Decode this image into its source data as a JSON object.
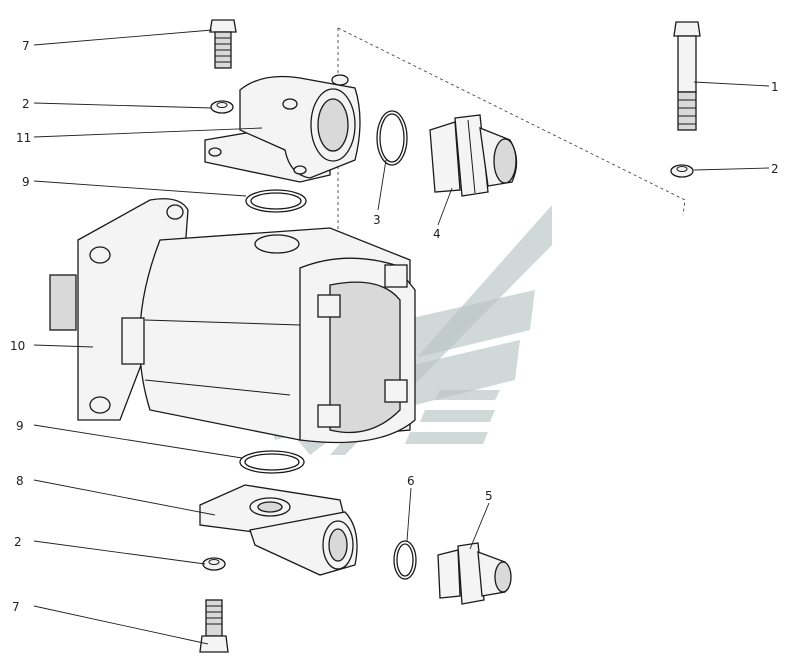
{
  "colors": {
    "line": "#1a1a1a",
    "part_fill": "#f4f4f4",
    "shade_fill": "#d9d9d9",
    "watermark": "#b9c4c3"
  },
  "callouts": [
    {
      "id": "c7a",
      "label": "7"
    },
    {
      "id": "c2a",
      "label": "2"
    },
    {
      "id": "c11",
      "label": "11"
    },
    {
      "id": "c9a",
      "label": "9"
    },
    {
      "id": "c10",
      "label": "10"
    },
    {
      "id": "c9b",
      "label": "9"
    },
    {
      "id": "c8",
      "label": "8"
    },
    {
      "id": "c2b",
      "label": "2"
    },
    {
      "id": "c7b",
      "label": "7"
    },
    {
      "id": "c3",
      "label": "3"
    },
    {
      "id": "c4",
      "label": "4"
    },
    {
      "id": "c1",
      "label": "1"
    },
    {
      "id": "c2c",
      "label": "2"
    },
    {
      "id": "c6",
      "label": "6"
    },
    {
      "id": "c5",
      "label": "5"
    }
  ]
}
